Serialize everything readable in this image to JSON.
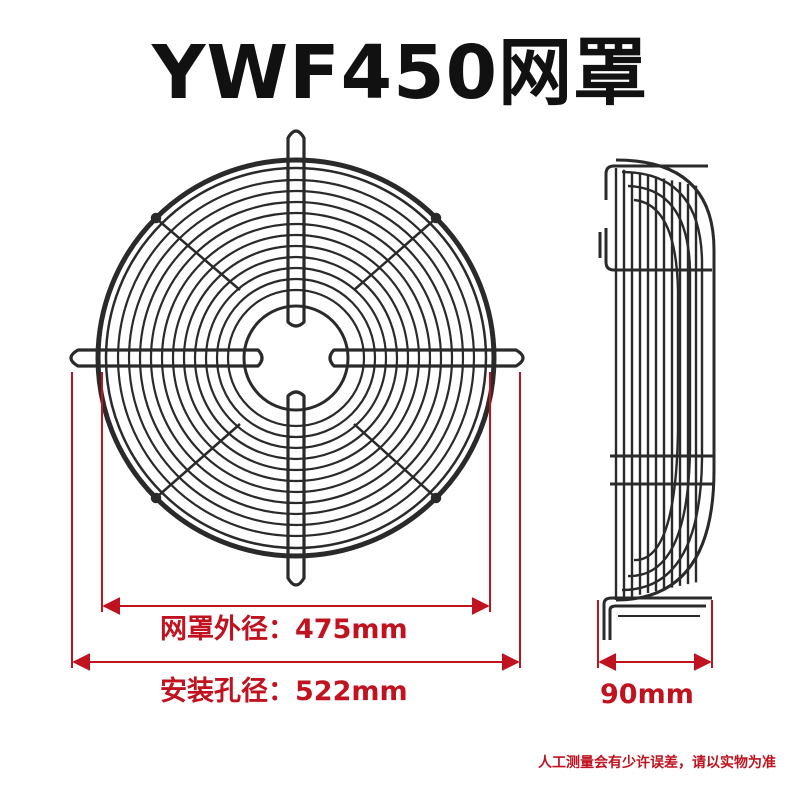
{
  "title": "YWF450网罩",
  "dimensions": {
    "outer_diameter_label": "网罩外径：475mm",
    "mount_hole_label": "安装孔径：522mm",
    "depth_label": "90mm"
  },
  "note": "人工测量会有少许误差，请以实物为准",
  "colors": {
    "dimension": "#c1121f",
    "wire": "#2a2a2a",
    "title": "#111111"
  }
}
